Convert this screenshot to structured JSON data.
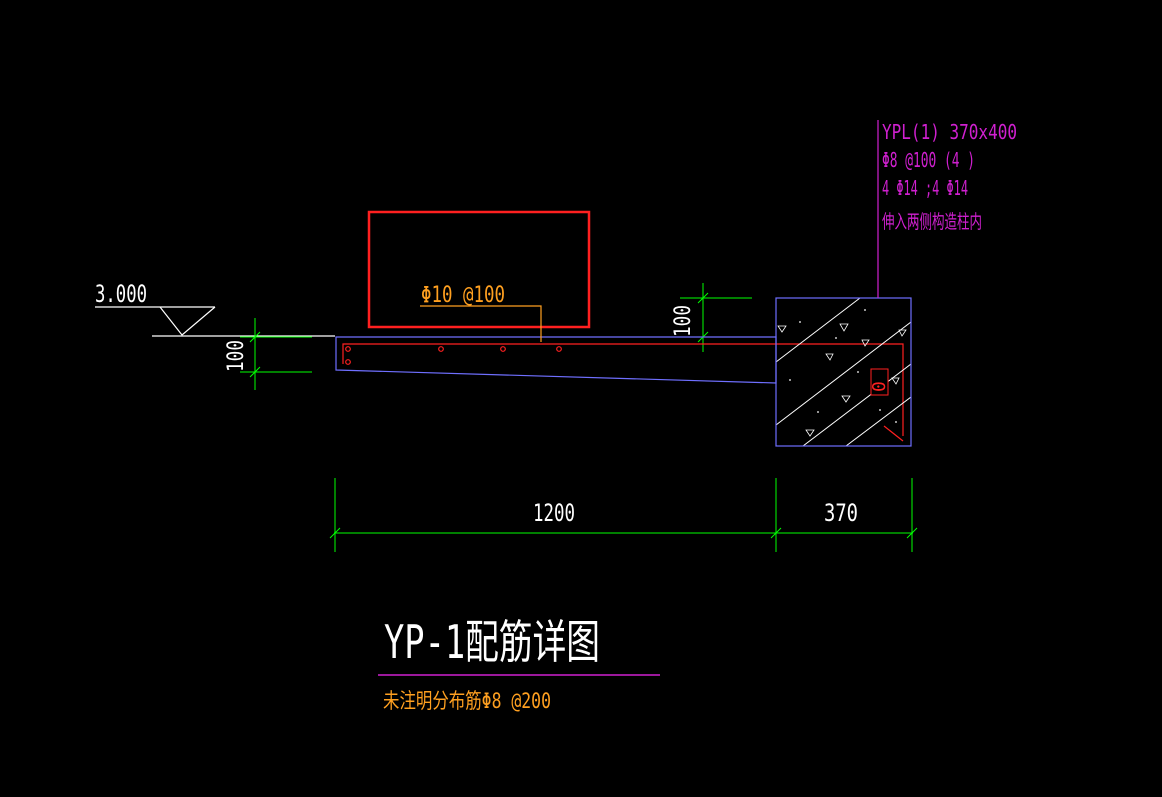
{
  "colors": {
    "background": "#000000",
    "dimension": "#00ff00",
    "outline": "#6f6fff",
    "rebar": "#ff2020",
    "annotation_orange": "#ffa020",
    "annotation_magenta": "#d020d0",
    "title": "#ffffff",
    "hatch": "#ffffff"
  },
  "elevation": {
    "value": "3.000"
  },
  "dimensions": {
    "slab_thickness_left": "100",
    "slab_thickness_right": "100",
    "cantilever_length": "1200",
    "column_width": "370",
    "column_inner": "0"
  },
  "rebar_callout": {
    "label": "Φ10 @100"
  },
  "beam_callout": {
    "line1": "YPL(1) 370x400",
    "line2": "Φ8 @100 (4 )",
    "line3": "4 Φ14 ;4 Φ14",
    "line4": "伸入两侧构造柱内"
  },
  "title": {
    "main": "YP-1配筋详图",
    "note": "未注明分布筋Φ8 @200"
  }
}
